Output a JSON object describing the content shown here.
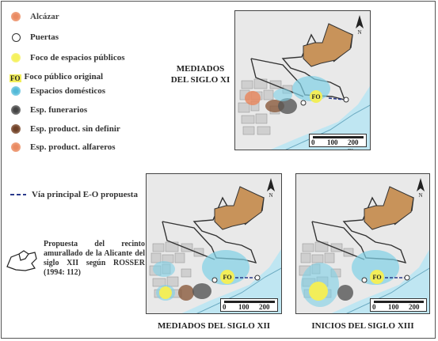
{
  "legend": {
    "alcazar": "Alcázar",
    "puertas": "Puertas",
    "foco_publico": "Foco de espacios públicos",
    "fo_code": "FO",
    "fo_label": "Foco público original",
    "domesticos": "Espacios domésticos",
    "funerarios": "Esp. funerarios",
    "product_sin_definir": "Esp. product. sin definir",
    "product_alfareros": "Esp. product. alfareros",
    "via_principal": "Vía principal E-O propuesta",
    "proposal_text": "Propuesta del recinto amurallado de la Alicante del siglo XII según ROSSER (1994: 112)"
  },
  "maps": {
    "xi": {
      "title_line1": "MEDIADOS",
      "title_line2": "DEL SIGLO XI"
    },
    "xii": {
      "title": "MEDIADOS DEL SIGLO XII"
    },
    "xiii": {
      "title": "INICIOS DEL SIGLO XIII"
    }
  },
  "map_labels": {
    "fo": "FO",
    "north": "N"
  },
  "scale": {
    "zero": "0",
    "mid": "100",
    "end": "200 m"
  },
  "colors": {
    "alcazar": "#c8935a",
    "puertas": "#ffffff",
    "foco_publico": "#f2ee5a",
    "domesticos": "#7fd0e6",
    "funerarios": "#555555",
    "product_sin_definir": "#8a5a3c",
    "product_alfareros": "#e9845a",
    "via": "#2a3a8c",
    "sea": "#bfe6f2"
  }
}
